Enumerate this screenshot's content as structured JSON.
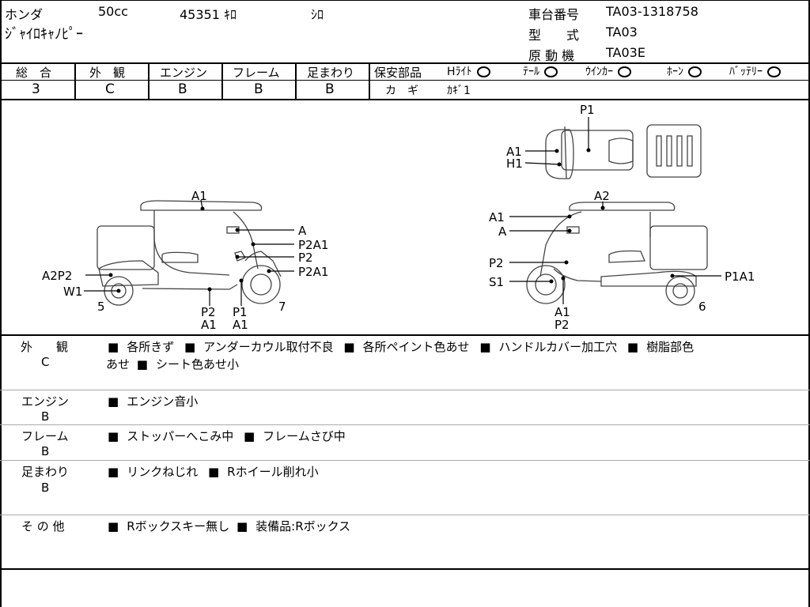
{
  "header": {
    "maker": "ホンダ",
    "displacement": "50cc",
    "mileage": "45351 ｷﾛ",
    "color": "ｼﾛ",
    "model_name": "ｼﾞｬｲﾛｷｬﾉﾋﾟｰ",
    "frame_label": "車台番号",
    "frame_value": "TA03-1318758",
    "type_label": "型　　式",
    "type_value": "TA03",
    "engine_label": "原 動 機",
    "engine_value": "TA03E"
  },
  "grades": {
    "overall_label": "総　合",
    "overall_value": "3",
    "exterior_label": "外　観",
    "exterior_value": "C",
    "engine_label": "エンジン",
    "engine_value": "B",
    "frame_label": "フレーム",
    "frame_value": "B",
    "suspension_label": "足まわり",
    "suspension_value": "B"
  },
  "safety": {
    "label": "保安部品",
    "headlight": "Hﾗｲﾄ",
    "tail": "ﾃｰﾙ",
    "winker": "ｳｲﾝｶｰ",
    "horn": "ﾎｰﾝ",
    "battery": "ﾊﾞｯﾃﾘｰ",
    "key_label": "カ　ギ",
    "key_value": "ｶｷﾞ1"
  },
  "diagram": {
    "left_labels": {
      "a1_top": "A1",
      "a": "A",
      "p2a1_upper": "P2A1",
      "p2": "P2",
      "p2a1_lower": "P2A1",
      "a2p2": "A2P2",
      "w1": "W1",
      "n5": "5",
      "p2_bottom": "P2",
      "a1_bottom": "A1",
      "p1_bottom": "P1",
      "a1_bottom2": "A1",
      "n7": "7"
    },
    "right_labels": {
      "p1_top": "P1",
      "a1_top": "A1",
      "h1": "H1",
      "a2": "A2",
      "a1_side": "A1",
      "a": "A",
      "p2": "P2",
      "s1": "S1",
      "p1a1": "P1A1",
      "a1_bottom": "A1",
      "p2_bottom": "P2",
      "n6": "6"
    }
  },
  "remarks": {
    "exterior_label": "外　　観",
    "exterior_grade": "C",
    "exterior_text_1": "各所きず",
    "exterior_text_2": "アンダーカウル取付不良",
    "exterior_text_3": "各所ペイント色あせ",
    "exterior_text_4": "ハンドルカバー加工穴",
    "exterior_text_5": "樹脂部色",
    "exterior_text_6": "あせ",
    "exterior_text_7": "シート色あせ小",
    "engine_label": "エンジン",
    "engine_grade": "B",
    "engine_text_1": "エンジン音小",
    "frame_label": "フレーム",
    "frame_grade": "B",
    "frame_text_1": "ストッパーへこみ中",
    "frame_text_2": "フレームさび中",
    "suspension_label": "足まわり",
    "suspension_grade": "B",
    "suspension_text_1": "リンクねじれ",
    "suspension_text_2": "Rホイール削れ小",
    "other_label": "そ の 他",
    "other_text_1": "Rボックスキー無し",
    "other_text_2": "装備品:Rボックス"
  }
}
